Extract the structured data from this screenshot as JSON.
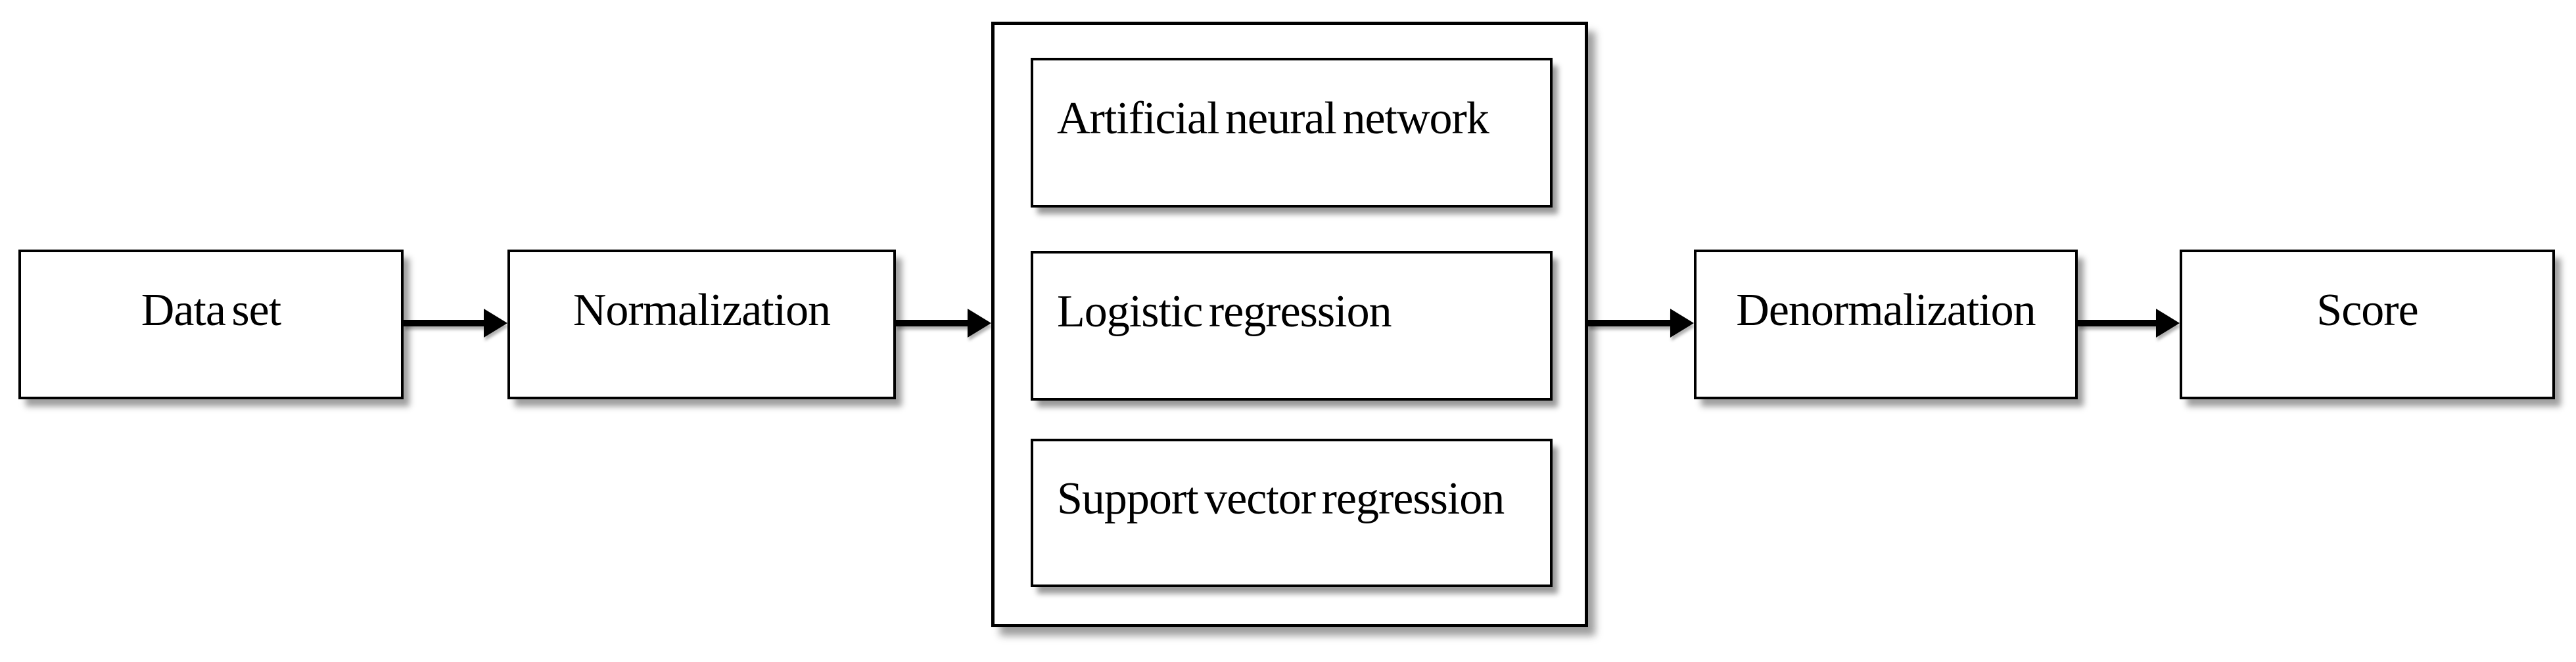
{
  "diagram": {
    "nodes": {
      "data_set": {
        "label": "Data set"
      },
      "normalization": {
        "label": "Normalization"
      },
      "models_group": {
        "children": {
          "ann": {
            "label": "Artificial neural network"
          },
          "logistic": {
            "label": "Logistic regression"
          },
          "svr": {
            "label": "Support vector regression"
          }
        }
      },
      "denormalization": {
        "label": "Denormalization"
      },
      "score": {
        "label": "Score"
      }
    },
    "colors": {
      "background": "#ffffff",
      "box_fill": "#ffffff",
      "box_border": "#000000",
      "text": "#000000",
      "arrow": "#000000",
      "shadow": "rgba(0,0,0,0.38)"
    }
  }
}
